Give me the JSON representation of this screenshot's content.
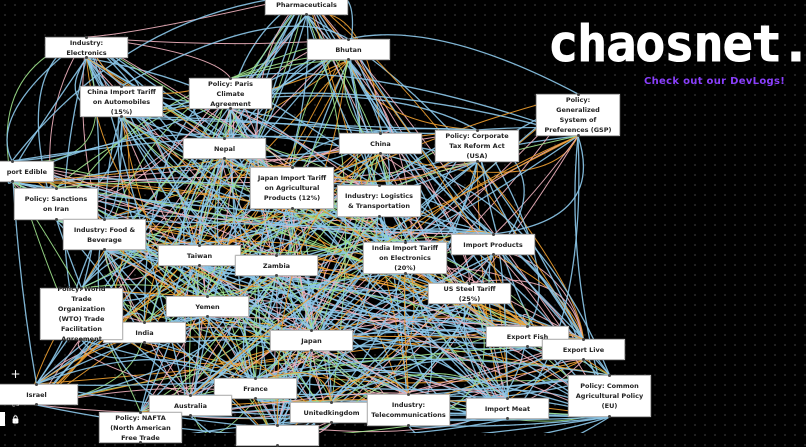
{
  "brand": {
    "logo": "chaosnet.",
    "devlogs_link": "Check out our DevLogs!"
  },
  "colors": {
    "background": "#000000",
    "edge_blue": "#8cc8ea",
    "edge_orange": "#f0a030",
    "edge_green": "#9ee38c",
    "edge_pink": "#f3b4c0",
    "link": "#8a3ffc"
  },
  "nodes": [
    {
      "label": "Pharmaceuticals"
    },
    {
      "label": "Industry: Electronics"
    },
    {
      "label": "Bhutan"
    },
    {
      "label": "China Import Tariff on Automobiles (15%)"
    },
    {
      "label": "Policy: Paris Climate Agreement"
    },
    {
      "label": "Nepal"
    },
    {
      "label": "China"
    },
    {
      "label": "Policy: Corporate Tax Reform Act (USA)"
    },
    {
      "label": "Policy: Generalized System of Preferences (GSP)"
    },
    {
      "label": "port Edible"
    },
    {
      "label": "Policy: Sanctions on Iran"
    },
    {
      "label": "Industry: Logistics & Transportation"
    },
    {
      "label": "Japan Import Tariff on Agricultural Products (12%)"
    },
    {
      "label": "Industry: Food & Beverage"
    },
    {
      "label": "Taiwan"
    },
    {
      "label": "Zambia"
    },
    {
      "label": "India Import Tariff on Electronics (20%)"
    },
    {
      "label": "Import Products"
    },
    {
      "label": "US Steel Tariff (25%)"
    },
    {
      "label": "India"
    },
    {
      "label": "Policy: World Trade Organization (WTO) Trade Facilitation Agreement"
    },
    {
      "label": "Yemen"
    },
    {
      "label": "Japan"
    },
    {
      "label": "Export Fish"
    },
    {
      "label": "Export Live"
    },
    {
      "label": "Policy: Common Agricultural Policy (EU)"
    },
    {
      "label": "Israel"
    },
    {
      "label": "France"
    },
    {
      "label": "Australia"
    },
    {
      "label": "Unitedkingdom"
    },
    {
      "label": "Industry: Telecommunications"
    },
    {
      "label": "Import Meat"
    },
    {
      "label": "Policy: NAFTA (North American Free Trade"
    },
    {
      "label": ""
    }
  ],
  "controls": {
    "zoom_in": "+",
    "zoom_out": "−",
    "fit": "⛶",
    "lock": "🔒"
  }
}
